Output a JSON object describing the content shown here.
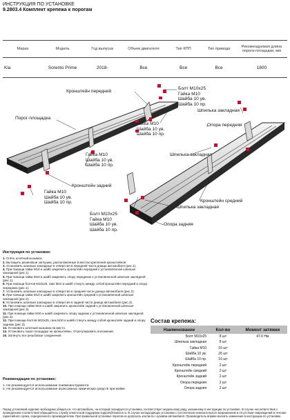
{
  "header": {
    "title": "ИНСТРУКЦИЯ ПО УСТАНОВКЕ",
    "subtitle": "9.2803.4 Комплект крепежа к порогам"
  },
  "vehicle_table": {
    "columns": [
      "Марка",
      "Модель",
      "Год выпуска",
      "Объем двигателя",
      "Тип КПП",
      "Тип привода",
      "Рекомендуемая длина порога-площадки, мм"
    ],
    "row": [
      "Kia",
      "Sorento Prime",
      "2018-",
      "Все",
      "Все",
      "Все",
      "1800"
    ]
  },
  "diagram": {
    "labels": {
      "bracket_front": "Кронштейн передний",
      "step": "Порог-площадка",
      "bolt_top_1": "Болт М10х25",
      "bolt_top_2": "Гайка М10",
      "bolt_top_3": "Шайба 10 ув.",
      "bolt_top_4": "Шайба 10 пр.",
      "stud_top": "Шпилька закладная",
      "nut_mid_1": "Гайка М10",
      "nut_mid_2": "Шайба 10 ув.",
      "nut_mid_3": "Шайба 10 пр.",
      "support_front": "Опора передняя",
      "nut_left_1": "Гайка М10",
      "nut_left_2": "Шайба 10 ув.",
      "nut_left_3": "Шайба 10 пр.",
      "stud_mid": "Шпилька закладная",
      "nut_low_1": "Гайка М10",
      "nut_low_2": "Шайба 10 ув.",
      "nut_low_3": "Шайба 10 пр.",
      "bracket_rear": "Кронштейн задний",
      "bracket_mid": "Кронштейн средний",
      "bolt_bot_1": "Болт М10х25",
      "bolt_bot_2": "Гайка М10",
      "bolt_bot_3": "Шайба 10 ув.",
      "bolt_bot_4": "Шайба 10 пр.",
      "stud_bot": "Шпилька закладная",
      "support_rear": "Опора задняя"
    }
  },
  "instructions": {
    "title": "Инструкция по установке:",
    "steps": [
      {
        "n": "1.",
        "text": "Снять штатный кызымок."
      },
      {
        "n": "2.",
        "text": "Вытащить резиновые заглушки, расположенные в местах крепления кронштейнов."
      },
      {
        "n": "3.",
        "text": "Установить шпильки закладные в отверстия в передней части днища автомобиля (рис.1)."
      },
      {
        "n": "4.",
        "text": "При помощи гайки М10 и шайб закрепить кронштейн передний к установленной шпильке закладной (рис.1)."
      },
      {
        "n": "5.",
        "text": "При помощи гайки М10 и шайб закрепить опору переднюю к установленной шпильке закладной (рис.1)."
      },
      {
        "n": "6.",
        "text": "При помощи болтов М10х25, гаек М10 и шайб стянуть между собой кронштейн передний и опору переднюю (рис.1)."
      },
      {
        "n": "7.",
        "text": "Установить шпильки закладные в отверстия в средней части днища автомобиля (рис.2)."
      },
      {
        "n": "8.",
        "text": "При помощи гайки М10 и шайб закрепить кронштейн средний к установленной шпильке закладной (рис.2)."
      },
      {
        "n": "9.",
        "text": "Установить шпильки закладные в отверстия в задней части днища автомобиля (рис.3)."
      },
      {
        "n": "10.",
        "text": "При помощи гайки М10 и шайб закрепить кронштейн задний к установленной шпильке закладной (рис.3)."
      },
      {
        "n": "11.",
        "text": "При помощи гайки М10 и шайб закрепить опору заднюю к установленной шпильке закладной (рис.3)."
      },
      {
        "n": "12.",
        "text": "При помощи болтов М10х25, гаек М10 и шайб стянуть между собой кронштейн задний и опору заднюю (рис.3)."
      },
      {
        "n": "13.",
        "text": "Установить штатный кызымок на место."
      },
      {
        "n": "14.",
        "text": "Установить порог-площадку на кронштейны. Отрегулировать положение."
      },
      {
        "n": "15.",
        "text": "Затянуть все резьбовые соединения."
      }
    ]
  },
  "recommendations": {
    "title": "Рекомендации по установке:",
    "items": [
      "1. Не рекомендуется использование пневмоинструмента.",
      "2. Не рекомендуется использование агрессивных химических средств при мойке."
    ]
  },
  "composition": {
    "title": "Состав крепежа:",
    "headers": [
      "Наименование",
      "Кол-во",
      "Момент затяжки"
    ],
    "rows": [
      [
        "Болт М10х25",
        "8 шт",
        "47.0 Нм"
      ],
      [
        "Шпилька закладная",
        "8 шт",
        ""
      ],
      [
        "Гайка М10",
        "16 шт",
        ""
      ],
      [
        "Шайба 10 ув.",
        "26 шт",
        ""
      ],
      [
        "Шайба 10 пр.",
        "16 шт",
        ""
      ],
      [
        "Кронштейн передний",
        "2 шт",
        ""
      ],
      [
        "Кронштейн средний",
        "2 шт",
        ""
      ],
      [
        "Кронштейн задний",
        "2 шт",
        ""
      ],
      [
        "Опора передняя",
        "2 шт",
        ""
      ],
      [
        "Опора задняя",
        "2 шт",
        ""
      ]
    ]
  },
  "footer": "Перед установкой изделия необходимо убедиться, что автомобиль, на который планируется установка, соответствует модельному ряду, указанному в инструкции по установке. В случае несоответствия с проведением соответствия обращайтесь службу клиентской поддержки support@rival4x4.ru. В случае неподходящих установки с постепенная нежелательного возражением в отсутствии повреждений в течение гарантийного срока, определенного производителем. При правильной установке порогов не допускать контакта с кузовом автомобиля. Производитель вправе вносить изменения в инструкцию по установке.",
  "colors": {
    "part_red": "#c8102e",
    "table_header_bg": "#bdbdbd",
    "rail_dark": "#1a1a1a",
    "rail_light": "#e6e6e6"
  }
}
